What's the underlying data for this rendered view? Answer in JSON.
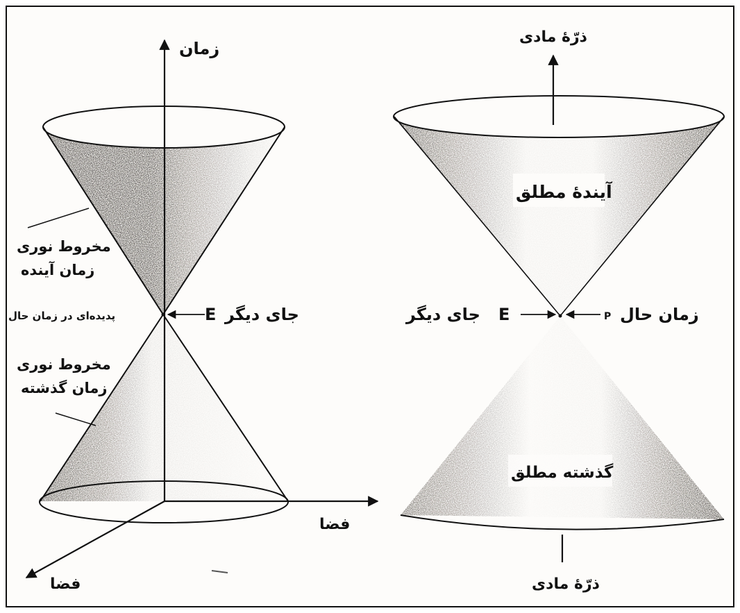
{
  "left_diagram": {
    "time_axis_label": "زمان",
    "space_axis_label_right": "فضا",
    "space_axis_label_front": "فضا",
    "future_cone_label_line1": "مخروط نوری",
    "future_cone_label_line2": "زمان آینده",
    "past_cone_label_line1": "مخروط نوری",
    "past_cone_label_line2": "زمان گذشته",
    "present_event_label": "پدیده‌ای در زمان حال",
    "elsewhere_label": "جای دیگر",
    "event_letter": "E"
  },
  "right_diagram": {
    "particle_label_top": "ذرّهٔ مادی",
    "particle_label_bottom": "ذرّهٔ مادی",
    "absolute_future_label": "آیندهٔ مطلق",
    "absolute_past_label": "گذشته مطلق",
    "elsewhere_label": "جای دیگر",
    "event_letter": "E",
    "present_label": "زمان حال",
    "point_letter": "P"
  },
  "colors": {
    "ink": "#111111",
    "shade_dark": "#1a1410",
    "paper": "#fdfcfa"
  }
}
